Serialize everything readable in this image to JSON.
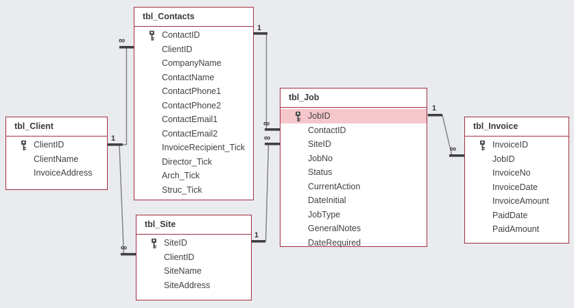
{
  "tables": [
    {
      "name": "tbl_Client",
      "fields": [
        {
          "name": "ClientID",
          "key": true
        },
        {
          "name": "ClientName"
        },
        {
          "name": "InvoiceAddress"
        }
      ]
    },
    {
      "name": "tbl_Contacts",
      "fields": [
        {
          "name": "ContactID",
          "key": true
        },
        {
          "name": "ClientID"
        },
        {
          "name": "CompanyName"
        },
        {
          "name": "ContactName"
        },
        {
          "name": "ContactPhone1"
        },
        {
          "name": "ContactPhone2"
        },
        {
          "name": "ContactEmail1"
        },
        {
          "name": "ContactEmail2"
        },
        {
          "name": "InvoiceRecipient_Tick"
        },
        {
          "name": "Director_Tick"
        },
        {
          "name": "Arch_Tick"
        },
        {
          "name": "Struc_Tick"
        }
      ]
    },
    {
      "name": "tbl_Site",
      "fields": [
        {
          "name": "SiteID",
          "key": true
        },
        {
          "name": "ClientID"
        },
        {
          "name": "SiteName"
        },
        {
          "name": "SiteAddress"
        }
      ]
    },
    {
      "name": "tbl_Job",
      "fields": [
        {
          "name": "JobID",
          "key": true,
          "highlighted": true
        },
        {
          "name": "ContactID"
        },
        {
          "name": "SiteID"
        },
        {
          "name": "JobNo"
        },
        {
          "name": "Status"
        },
        {
          "name": "CurrentAction"
        },
        {
          "name": "DateInitial"
        },
        {
          "name": "JobType"
        },
        {
          "name": "GeneralNotes"
        },
        {
          "name": "DateRequired"
        }
      ]
    },
    {
      "name": "tbl_Invoice",
      "fields": [
        {
          "name": "InvoiceID",
          "key": true
        },
        {
          "name": "JobID"
        },
        {
          "name": "InvoiceNo"
        },
        {
          "name": "InvoiceDate"
        },
        {
          "name": "InvoiceAmount"
        },
        {
          "name": "PaidDate"
        },
        {
          "name": "PaidAmount"
        }
      ]
    }
  ],
  "relationships": [
    {
      "from_table": "tbl_Client",
      "from_field": "ClientID",
      "to_table": "tbl_Contacts",
      "to_field": "ClientID",
      "one_label": "1",
      "many_label": "∞"
    },
    {
      "from_table": "tbl_Client",
      "from_field": "ClientID",
      "to_table": "tbl_Site",
      "to_field": "ClientID",
      "one_label": "1",
      "many_label": "∞"
    },
    {
      "from_table": "tbl_Contacts",
      "from_field": "ContactID",
      "to_table": "tbl_Job",
      "to_field": "ContactID",
      "one_label": "1",
      "many_label": "∞"
    },
    {
      "from_table": "tbl_Site",
      "from_field": "SiteID",
      "to_table": "tbl_Job",
      "to_field": "SiteID",
      "one_label": "1",
      "many_label": "∞"
    },
    {
      "from_table": "tbl_Job",
      "from_field": "JobID",
      "to_table": "tbl_Invoice",
      "to_field": "JobID",
      "one_label": "1",
      "many_label": "∞"
    }
  ],
  "colors": {
    "background": "#E9EBEE",
    "table_border": "#A12C3F",
    "table_fill": "#FFFFFF",
    "highlight_row": "#F5C6CB",
    "line": "#7D7D7D",
    "cardinality_symbol": "#3F3F3F",
    "text": "#404040"
  }
}
